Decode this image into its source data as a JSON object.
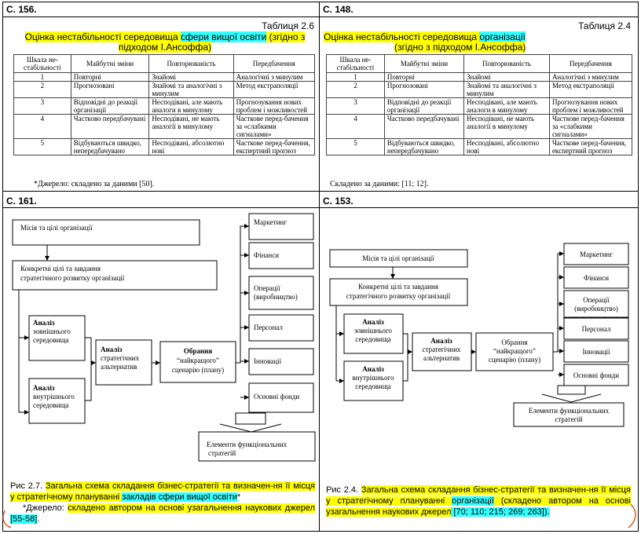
{
  "panels": {
    "tl": {
      "page": "С. 156.",
      "caption": "Таблиця 2.6",
      "title_a": "Оцінка нестабільності середовища ",
      "title_b": "сфери вищої освіти",
      "title_c": " (згідно з підходом І.Ансоффа)",
      "source": "*Джерело: складено за даними [50]."
    },
    "tr": {
      "page": "С. 148.",
      "caption": "Таблиця 2.4",
      "title_a": "Оцінка нестабільності середовища ",
      "title_b": "організації",
      "title_c": "(згідно з підходом І.Ансоффа)",
      "source": "Складено за даними: [11; 12]."
    },
    "bl": {
      "page": "С. 161.",
      "fig_a": "Рис 2.7. ",
      "fig_b": "Загальна схема складання бізнес-стратегії та визначен-ня її місця у стратегічному плануванні ",
      "fig_c": "закладів сфери вищої освіти",
      "fig_d": "*",
      "fig_e": "*Джерело: ",
      "fig_f": "складено автором на основі узагальнення наукових джерел",
      "fig_g": " ",
      "fig_h": "[55-58]",
      "fig_i": "."
    },
    "br": {
      "page": "С. 153.",
      "fig_a": "Рис 2.4. ",
      "fig_b": "Загальна схема складання бізнес-стратегії та визначен-ня її місця у стратегічному плануванні ",
      "fig_c": "організації",
      "fig_d": " (складено автором на основі узагальнення наукових джерел",
      "fig_e": " [70; 110; 215; 269; 263])."
    }
  },
  "table": {
    "headers": [
      "Шкала не-стабільності",
      "Майбутні зміни",
      "Повторюваність",
      "Передбачення"
    ],
    "rows": [
      [
        "1",
        "Повторні",
        "Знайомі",
        "Аналогічні з минулим"
      ],
      [
        "2",
        "Прогнозовані",
        "Знайомі та аналогічні з минулим",
        "Метод екстраполяції"
      ],
      [
        "3",
        "Відповідні до реакції організації",
        "Несподівані, але мають аналоги в минулому",
        "Прогнозування нових проблем і можливостей"
      ],
      [
        "4",
        "Частково передбачувані",
        "Несподівані, не мають аналогії в минулому",
        "Часткове перед-бачення за «слабкими сигналами»"
      ],
      [
        "5",
        "Відбуваються швидко, непередбачувано",
        "Несподівані, абсолютно нові",
        "Часткове перед-бачення, експертний прогноз"
      ]
    ]
  },
  "diagram": {
    "mission": "Місія та цілі організації",
    "goals_l1": "Конкретні цілі та завдання",
    "goals_l2": "стратегічного розвитку організації",
    "ext_l1": "Аналіз",
    "ext_l2": "зовнішнього",
    "ext_l3": "середовища",
    "int_l1": "Аналіз",
    "int_l2": "внутрішнього",
    "int_l3": "середовища",
    "alt_l1": "Аналіз",
    "alt_l2": "стратегічних",
    "alt_l3": "альтернатив",
    "sel_l1": "Обрання",
    "sel_l2": "“найкращого”",
    "sel_l3": "сценарію (плану)",
    "f1": "Маркетинг",
    "f2": "Фінанси",
    "f3_l1": "Операції",
    "f3_l2": "(виробництво)",
    "f4": "Персонал",
    "f5": "Інновації",
    "f6": "Основні фонди",
    "elem_l1": "Елементи функціональних",
    "elem_l2": "стратегій"
  },
  "colors": {
    "highlight_yellow": "#ffff00",
    "highlight_cyan": "#33ffff",
    "annotation_orange": "#e05a1a"
  }
}
